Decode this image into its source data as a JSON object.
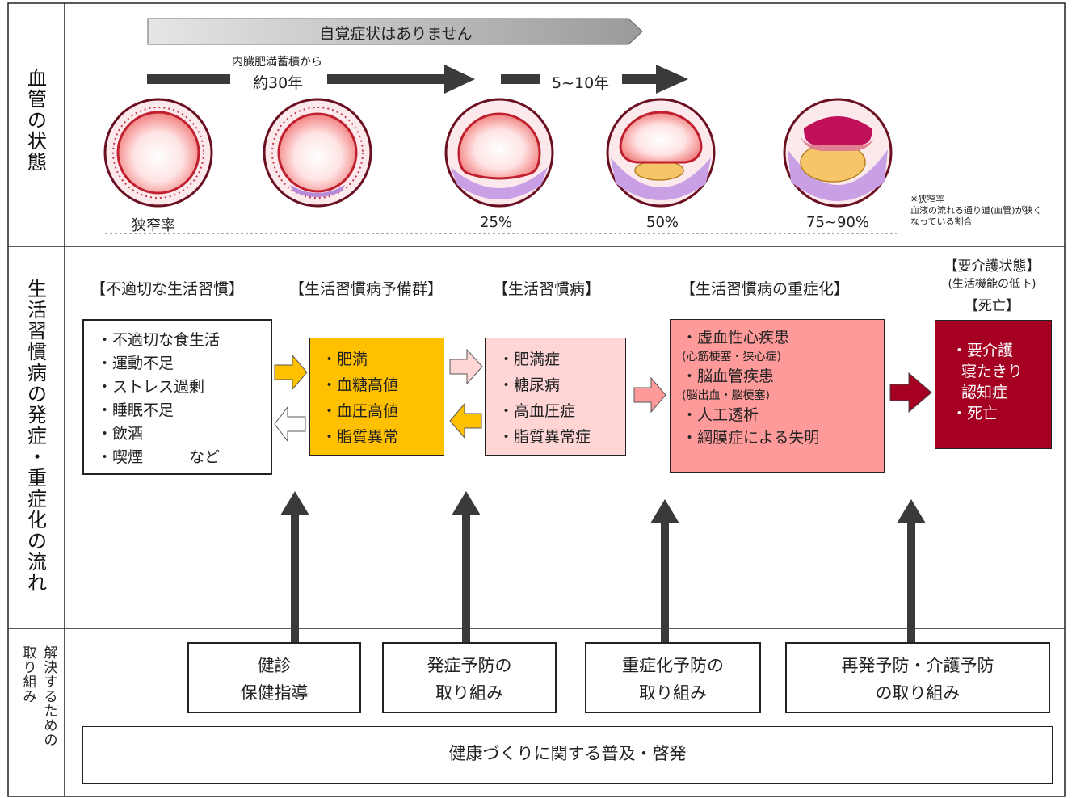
{
  "sections": {
    "vessel_label": "血管の状態",
    "flow_label": "生活習慣病の発症・重症化の流れ",
    "action_label_col1": "解決するための",
    "action_label_col2": "取り組み"
  },
  "timeline": {
    "no_symptoms": "自覚症状はありません",
    "visceral_fat": "内臓肥満蓄積から",
    "approx_30": "約30年",
    "years_5_10": "5~10年"
  },
  "stenosis": {
    "label": "狭窄率",
    "values": [
      "25%",
      "50%",
      "75~90%"
    ],
    "note_line1": "※狭窄率",
    "note_line2": "血液の流れる通り道(血管)が狭く",
    "note_line3": "なっている割合"
  },
  "categories": {
    "habits": "【不適切な生活習慣】",
    "reserve": "【生活習慣病予備群】",
    "disease": "【生活習慣病】",
    "severe": "【生活習慣病の重症化】",
    "care_title": "【要介護状態】",
    "care_sub": "(生活機能の低下)",
    "death": "【死亡】"
  },
  "boxes": {
    "habits": [
      "・不適切な食生活",
      "・運動不足",
      "・ストレス過剰",
      "・睡眠不足",
      "・飲酒",
      "・喫煙　　　など"
    ],
    "reserve": [
      "・肥満",
      "・血糖高値",
      "・血圧高値",
      "・脂質異常"
    ],
    "disease": [
      "・肥満症",
      "・糖尿病",
      "・高血圧症",
      "・脂質異常症"
    ],
    "severe": {
      "item1": "・虚血性心疾患",
      "item1_sub": "(心筋梗塞・狭心症)",
      "item2": "・脳血管疾患",
      "item2_sub": "(脳出血・脳梗塞)",
      "item3": "・人工透析",
      "item4": "・網膜症による失明"
    },
    "care": [
      "・要介護",
      "寝たきり",
      "認知症",
      "・死亡"
    ]
  },
  "actions": {
    "checkup_line1": "健診",
    "checkup_line2": "保健指導",
    "onset_line1": "発症予防の",
    "onset_line2": "取り組み",
    "severity_line1": "重症化予防の",
    "severity_line2": "取り組み",
    "recur_line1": "再発予防・介護予防",
    "recur_line2": "の取り組み",
    "awareness": "健康づくりに関する普及・啓発"
  },
  "colors": {
    "reserve": "#FFC000",
    "disease": "#FFD5D5",
    "severe": "#FF9A9A",
    "care": "#A50021",
    "dark_arrow": "#3A3A3A"
  }
}
